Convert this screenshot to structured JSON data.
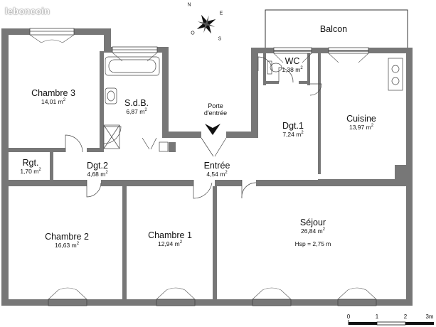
{
  "watermark": "leboncoin",
  "compass": {
    "n": "N",
    "e": "E",
    "s": "S",
    "o": "O"
  },
  "entrance": {
    "line1": "Porte",
    "line2": "d'entrée"
  },
  "balcony": "Balcon",
  "rooms": [
    {
      "id": "chambre3",
      "name": "Chambre 3",
      "area": "14,01 m"
    },
    {
      "id": "sdb",
      "name": "S.d.B.",
      "area": "6,87 m"
    },
    {
      "id": "wc",
      "name": "WC",
      "area": "1,38 m"
    },
    {
      "id": "dgt1",
      "name": "Dgt.1",
      "area": "7,24 m"
    },
    {
      "id": "cuisine",
      "name": "Cuisine",
      "area": "13,97 m"
    },
    {
      "id": "rgt",
      "name": "Rgt.",
      "area": "1,70 m"
    },
    {
      "id": "dgt2",
      "name": "Dgt.2",
      "area": "4,68 m"
    },
    {
      "id": "entree",
      "name": "Entrée",
      "area": "4,54 m"
    },
    {
      "id": "chambre2",
      "name": "Chambre 2",
      "area": "16,63 m"
    },
    {
      "id": "chambre1",
      "name": "Chambre 1",
      "area": "12,94 m"
    },
    {
      "id": "sejour",
      "name": "Séjour",
      "area": "26,84 m",
      "extra": "Hsp = 2,75 m"
    }
  ],
  "area_unit_exp": "2",
  "scale": {
    "ticks": [
      "0",
      "1",
      "2",
      "3m"
    ]
  }
}
